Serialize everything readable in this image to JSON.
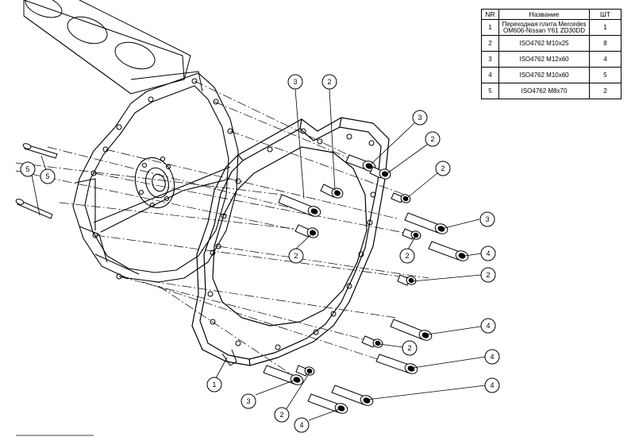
{
  "bom": {
    "headers": {
      "nr": "NR",
      "name": "Название",
      "qty": "ШТ"
    },
    "rows": [
      {
        "nr": "1",
        "name": "Переходная плита Mercedes OM606-Nissan Y61 ZD30DD",
        "qty": "1"
      },
      {
        "nr": "2",
        "name": "ISO4762 M10x25",
        "qty": "8"
      },
      {
        "nr": "3",
        "name": "ISO4762 M12x60",
        "qty": "4"
      },
      {
        "nr": "4",
        "name": "ISO4762 M10x60",
        "qty": "5"
      },
      {
        "nr": "5",
        "name": "ISO4762 M8x70",
        "qty": "2"
      }
    ]
  },
  "balloons": [
    {
      "label": "3"
    },
    {
      "label": "2"
    },
    {
      "label": "3"
    },
    {
      "label": "2"
    },
    {
      "label": "2"
    },
    {
      "label": "5"
    },
    {
      "label": "5"
    },
    {
      "label": "3"
    },
    {
      "label": "2"
    },
    {
      "label": "4"
    },
    {
      "label": "2"
    },
    {
      "label": "4"
    },
    {
      "label": "2"
    },
    {
      "label": "4"
    },
    {
      "label": "1"
    },
    {
      "label": "3"
    },
    {
      "label": "2"
    },
    {
      "label": "4"
    },
    {
      "label": "4"
    }
  ]
}
